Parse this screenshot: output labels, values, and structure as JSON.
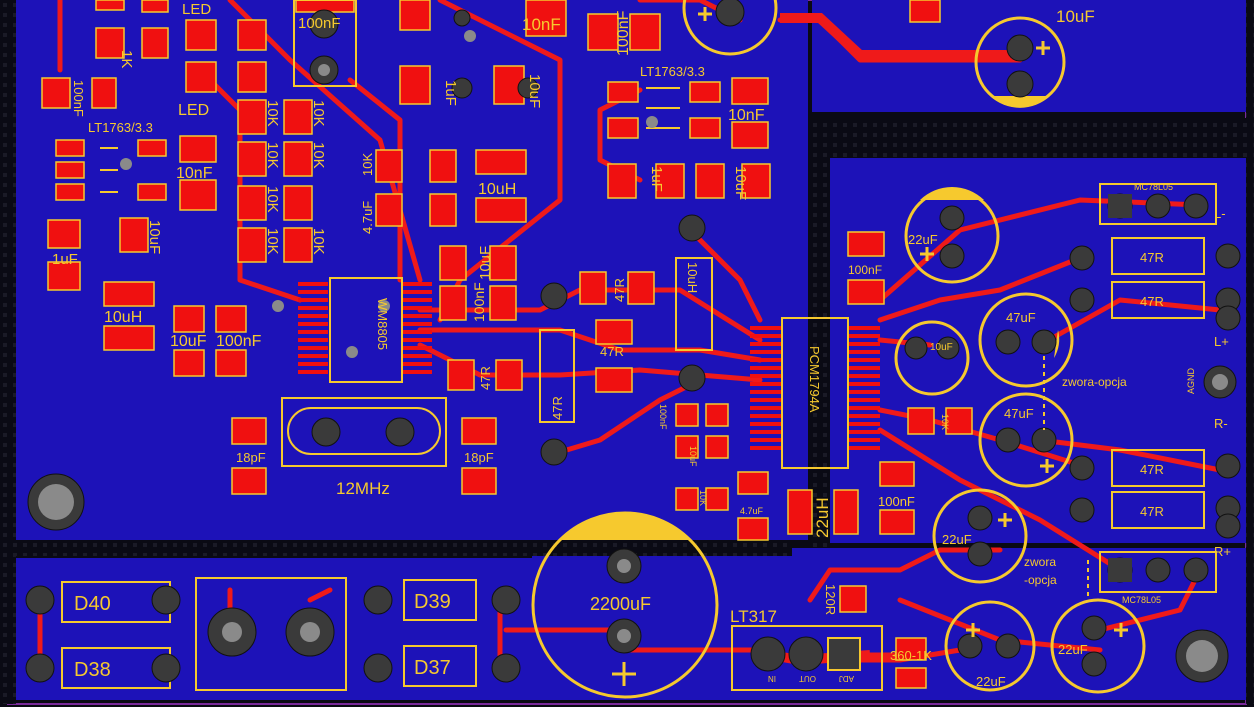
{
  "colors": {
    "board": "#1d12b8",
    "pour_dark": "#0a0a14",
    "pad": "#f01010",
    "trace": "#ef1a1a",
    "silk": "#f6c92e",
    "via_ring": "#3a3a3a",
    "via_hole": "#8a8a8a",
    "edge": "#7a2a9a"
  },
  "labels": {
    "led_top": "LED",
    "led_mid": "LED",
    "r_1k_top": "1K",
    "c_100nf_tl": "100nF",
    "c_100nf_top": "100nF",
    "c_10nf_top": "10nF",
    "c_100nf_top2": "100nF",
    "c_10uf_topright": "10uF",
    "reg_left": "LT1763/3.3",
    "reg_mid": "LT1763/3.3",
    "c_10nf_left": "10nF",
    "c_10nf_mid": "10nF",
    "c_1uf_left": "1uF",
    "c_10uf_left": "10uF",
    "c_1uf_top": "1uF",
    "c_10uf_top": "10uF",
    "c_1uf_mid": "1uF",
    "c_10uf_mid": "10uF",
    "r_10k_a": "10K",
    "r_10k_b": "10K",
    "r_10k_c": "10K",
    "r_10k_d": "10K",
    "r_10k_e": "10K",
    "r_10k_f": "10K",
    "r_10k_g": "10K",
    "c_47uf_col": "4.7uF",
    "r_10k_col": "10K",
    "l_10uh_mid": "10uH",
    "c_10uf_vert": "10uF",
    "c_100nf_vert": "100nF",
    "l_10uh_left": "10uH",
    "c_10uf_bl": "10uF",
    "c_100nf_bl": "100nF",
    "ic_wm": "WM8805",
    "r_47r_a": "47R",
    "r_47r_b": "47R",
    "r_47r_c": "47R",
    "r_47r_d": "47R",
    "l_10uh_right": "10uH",
    "c_18pf_l": "18pF",
    "c_18pf_r": "18pF",
    "xtal": "12MHz",
    "ic_pcm": "PCM1794A",
    "c_100nf_small": "100nF",
    "c_10uf_small": "10uF",
    "r_10k_small": "10K",
    "c_47uf_small": "4.7uF",
    "l_22uh": "22uH",
    "c_100nf_pcm": "100nF",
    "c_100nf_pcm2": "100nF",
    "c_10uf_pcm": "10uF",
    "r_10k_pcm": "10K",
    "c_22uf_top": "22uF",
    "c_47uf_a": "47uF",
    "c_47uf_b": "47uF",
    "zwora1": "zwora-opcja",
    "c_22uf_mid": "22uF",
    "zwora2a": "zwora",
    "zwora2b": "-opcja",
    "reg_78_top": "MC78L05",
    "reg_78_bot": "MC78L05",
    "r_47r_e": "47R",
    "r_47r_f": "47R",
    "r_47r_g": "47R",
    "r_47r_h": "47R",
    "lm": "L-",
    "lp": "L+",
    "agnd": "AGND",
    "rm": "R-",
    "rp": "R+",
    "c_22uf_br": "22uF",
    "c_22uf_br2": "22uF",
    "d40": "D40",
    "d39": "D39",
    "d38": "D38",
    "d37": "D37",
    "c_2200": "2200uF",
    "lt317": "LT317",
    "r_120r": "120R",
    "pin_in": "IN",
    "pin_out": "OUT",
    "pin_adj": "ADJ",
    "r_360": "360-1K"
  }
}
